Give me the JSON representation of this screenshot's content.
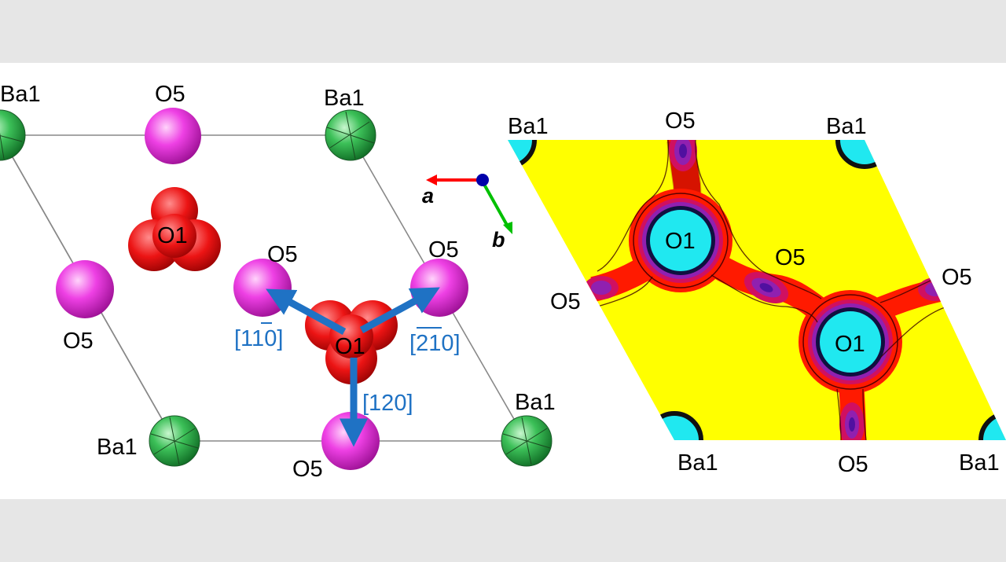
{
  "left_panel": {
    "labels": {
      "ba1_top_left": "Ba1",
      "o5_top": "O5",
      "ba1_top_right": "Ba1",
      "o1_upper": "O1",
      "o5_left": "O5",
      "o5_mid_left": "O5",
      "o5_mid_right": "O5",
      "o1_center": "O1",
      "ba1_bottom_left": "Ba1",
      "o5_bottom": "O5",
      "ba1_bottom_right": "Ba1"
    },
    "directions": {
      "dir_1_bar1_bar0_open": "[1",
      "dir_1_bar1_bar0_overbar": "1",
      "dir_1_bar1_bar0_close": "0]",
      "dir_bar2_1_0_open": "[",
      "dir_bar2_1_0_overbar": "21",
      "dir_bar2_1_0_close": "0]",
      "dir_120": "[120]"
    },
    "axes": {
      "a": "a",
      "b": "b"
    }
  },
  "right_panel": {
    "labels": {
      "ba1_top_left": "Ba1",
      "o5_top": "O5",
      "ba1_top_right": "Ba1",
      "o1_upper": "O1",
      "o5_center": "O5",
      "o5_left": "O5",
      "o5_right": "O5",
      "o1_lower": "O1",
      "ba1_bottom_left": "Ba1",
      "o5_bottom": "O5",
      "ba1_bottom_right": "Ba1"
    }
  },
  "colors": {
    "background_band": "#e6e6e6",
    "panel": "#ffffff",
    "ba_atom": "#33b44a",
    "o5_atom": "#e83ce0",
    "o1_atom": "#e81010",
    "direction_arrow": "#1f72c4",
    "direction_text": "#1f72c4",
    "map_background": "#ffff00",
    "map_red": "#ff1a00",
    "map_purple": "#a020c0",
    "map_cyan": "#20e8f0",
    "axis_a": "#ff0000",
    "axis_b": "#00c000",
    "axis_origin": "#0000aa"
  }
}
